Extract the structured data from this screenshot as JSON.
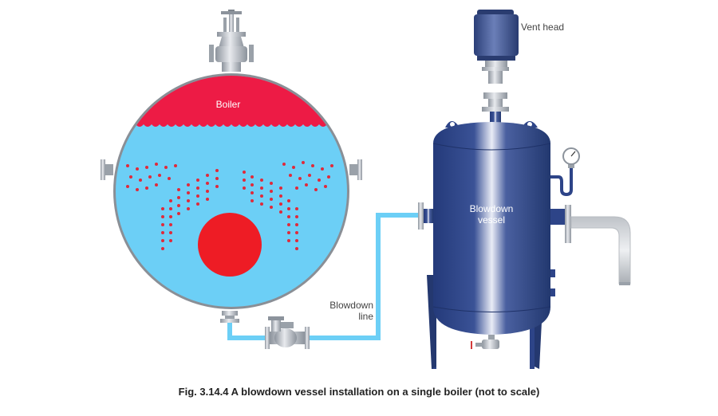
{
  "labels": {
    "boiler": "Boiler",
    "vent_head": "Vent head",
    "blowdown_vessel_line1": "Blowdown",
    "blowdown_vessel_line2": "vessel",
    "blowdown_line_line1": "Blowdown",
    "blowdown_line_line2": "line"
  },
  "caption": "Fig. 3.14.4 A blowdown vessel installation on a single boiler (not to scale)",
  "colors": {
    "steam": "#ed1b45",
    "water": "#6ccff6",
    "shell": "#8a8f96",
    "furnace": "#ee1c25",
    "vessel": "#2d4488",
    "valve": "#9aa1a9"
  }
}
